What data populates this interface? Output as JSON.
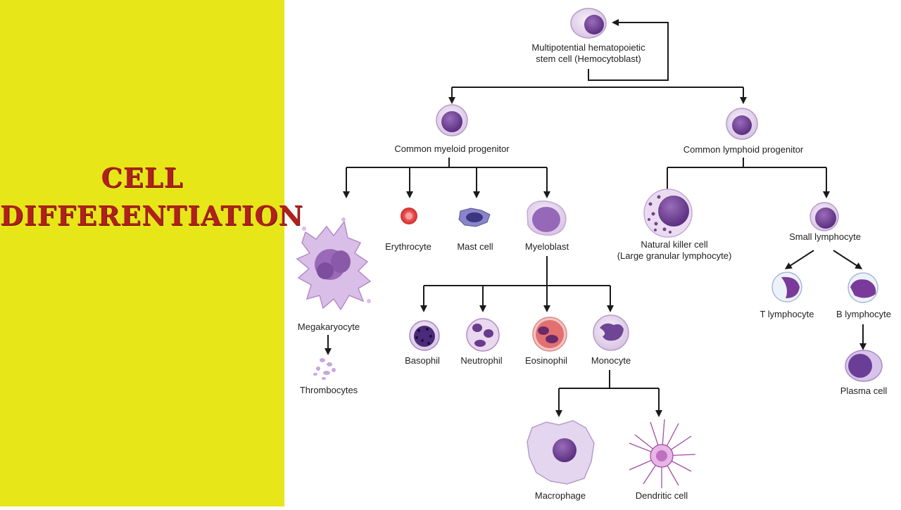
{
  "side": {
    "title_line1": "CELL",
    "title_line2": "DIFFERENTIATION",
    "background": "#e6e618",
    "title_color": "#b0201c"
  },
  "labels": {
    "stem_line1": "Multipotential hematopoietic",
    "stem_line2": "stem cell (Hemocytoblast)",
    "myeloid": "Common myeloid progenitor",
    "lymphoid": "Common lymphoid progenitor",
    "megakaryocyte": "Megakaryocyte",
    "thrombocytes": "Thrombocytes",
    "erythrocyte": "Erythrocyte",
    "mast_cell": "Mast cell",
    "myeloblast": "Myeloblast",
    "basophil": "Basophil",
    "neutrophil": "Neutrophil",
    "eosinophil": "Eosinophil",
    "monocyte": "Monocyte",
    "macrophage": "Macrophage",
    "dendritic": "Dendritic cell",
    "nk_line1": "Natural killer cell",
    "nk_line2": "(Large granular lymphocyte)",
    "small_lymphocyte": "Small lymphocyte",
    "t_lymphocyte": "T lymphocyte",
    "b_lymphocyte": "B lymphocyte",
    "plasma_cell": "Plasma cell"
  },
  "colors": {
    "cell_membrane": "#e9dcef",
    "nucleus": "#7a4c9c",
    "erythrocyte": "#e84a4a",
    "eosinophil_granules": "#d23a3a",
    "arrow": "#1a1a1a"
  }
}
